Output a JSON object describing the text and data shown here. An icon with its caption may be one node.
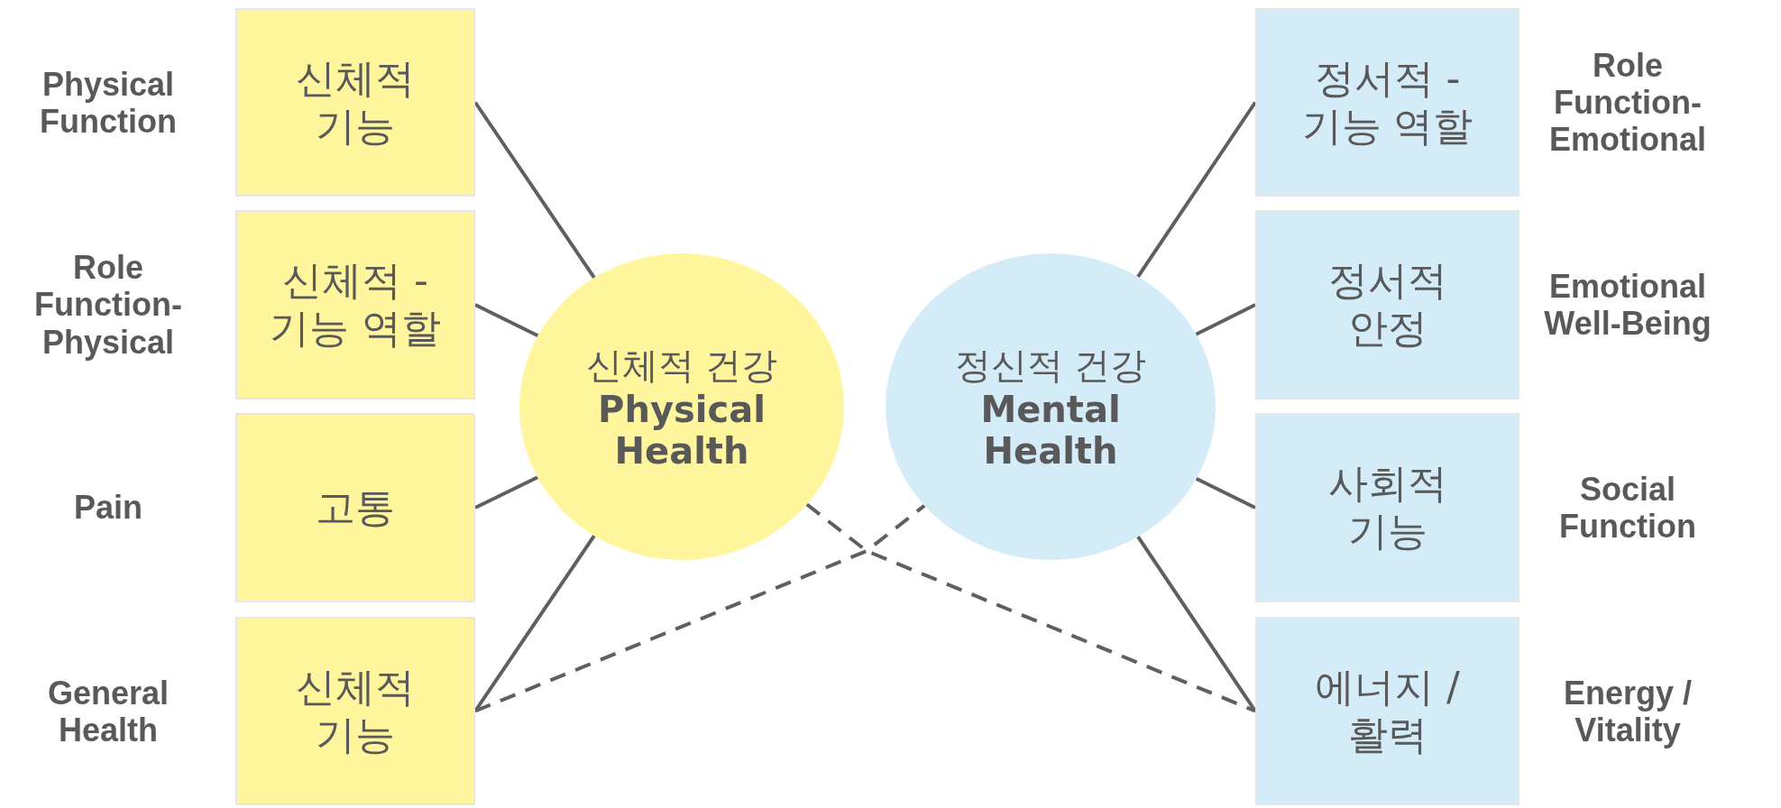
{
  "diagram": {
    "nodes": [
      {
        "text": [
          "신체적 기능"
        ],
        "beside": [
          "Physical Function"
        ]
      },
      {
        "text": [
          "신체적 - 기능 역할"
        ],
        "beside": [
          "Role Function-Physical"
        ]
      },
      {
        "text": [
          "고통"
        ],
        "beside": [
          "Pain"
        ]
      },
      {
        "text": [
          "신체적 기능"
        ],
        "beside": [
          "General Health"
        ]
      },
      {
        "text": [
          "신체적 건강",
          "Physical Health"
        ]
      },
      {
        "text": [
          "정신적 건강",
          "Mental Health"
        ]
      },
      {
        "text": [
          "정서적 - 기능 역할"
        ],
        "beside": [
          "Role Function-Emotional"
        ]
      },
      {
        "text": [
          "정서적 안정"
        ],
        "beside": [
          "Emotional Well-Being"
        ]
      },
      {
        "text": [
          "사회적 기능"
        ],
        "beside": [
          "Social Function"
        ]
      },
      {
        "text": [
          "에너지 / 활력"
        ],
        "beside": [
          "Energy / Vitality"
        ]
      }
    ],
    "edges": [
      {
        "from": 0,
        "to": 4,
        "arrow": "none"
      },
      {
        "from": 1,
        "to": 4,
        "arrow": "none"
      },
      {
        "from": 2,
        "to": 4,
        "arrow": "none"
      },
      {
        "from": 3,
        "to": 4,
        "arrow": "none"
      },
      {
        "from": 3,
        "to": 5,
        "arrow": "none",
        "style": "dashed"
      },
      {
        "from": 4,
        "to": 9,
        "arrow": "none",
        "style": "dashed"
      },
      {
        "from": 5,
        "to": 6,
        "arrow": "none"
      },
      {
        "from": 5,
        "to": 7,
        "arrow": "none"
      },
      {
        "from": 5,
        "to": 8,
        "arrow": "none"
      },
      {
        "from": 5,
        "to": 9,
        "arrow": "none"
      }
    ]
  }
}
